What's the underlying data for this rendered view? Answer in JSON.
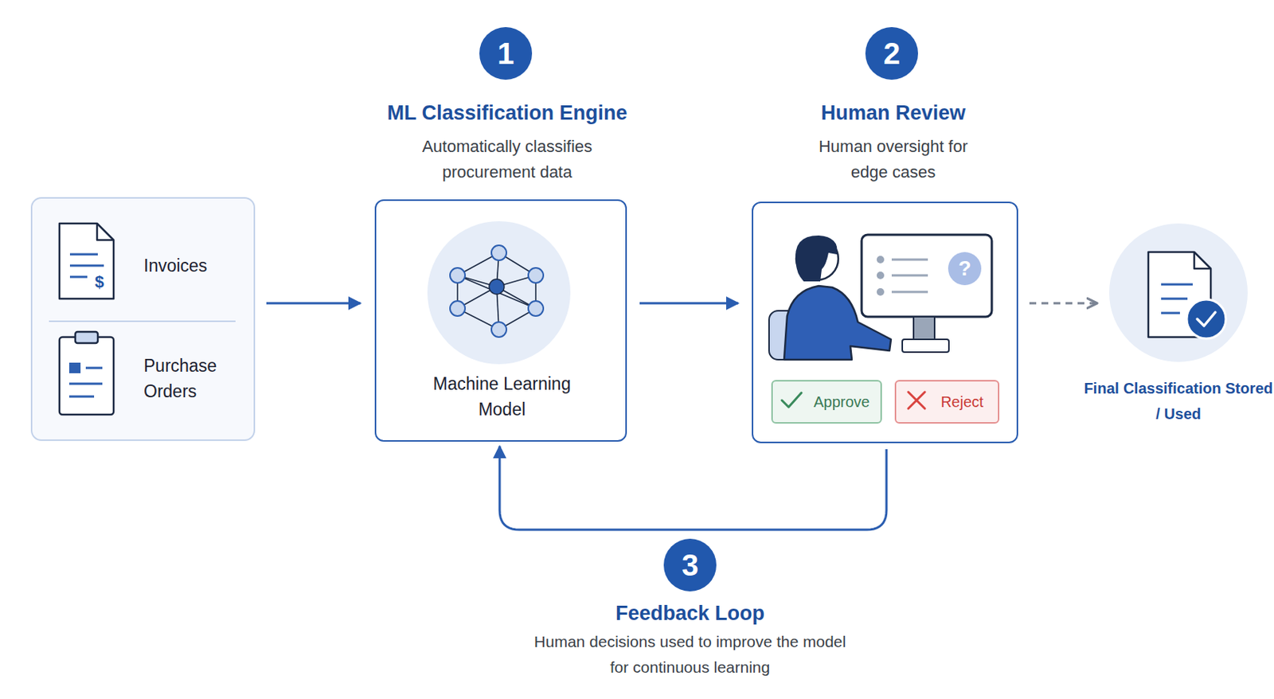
{
  "diagram": {
    "nodes": [
      {
        "text": [
          "Invoices",
          "Purchase Orders"
        ]
      },
      {
        "text": [
          "ML Classification Engine",
          "Automatically classifies procurement data",
          "Machine Learning Model"
        ]
      },
      {
        "text": [
          "Human Review",
          "Human oversight for edge cases"
        ]
      },
      {
        "text": [
          "Approve"
        ],
        "in": 2
      },
      {
        "text": [
          "Reject"
        ],
        "in": 2
      },
      {
        "text": [
          "Final Classification Stored / Used"
        ]
      }
    ],
    "edges": [
      {
        "from": 0,
        "to": 1,
        "arrow": "to"
      },
      {
        "from": 1,
        "to": 2,
        "arrow": "to"
      },
      {
        "from": 2,
        "to": 5,
        "arrow": "to"
      },
      {
        "from": 2,
        "to": 1,
        "arrow": "to",
        "label": "Feedback Loop"
      }
    ],
    "labels": [
      "1",
      "2",
      "3",
      "$",
      "?",
      "Human decisions used to improve the model for continuous learning"
    ]
  }
}
